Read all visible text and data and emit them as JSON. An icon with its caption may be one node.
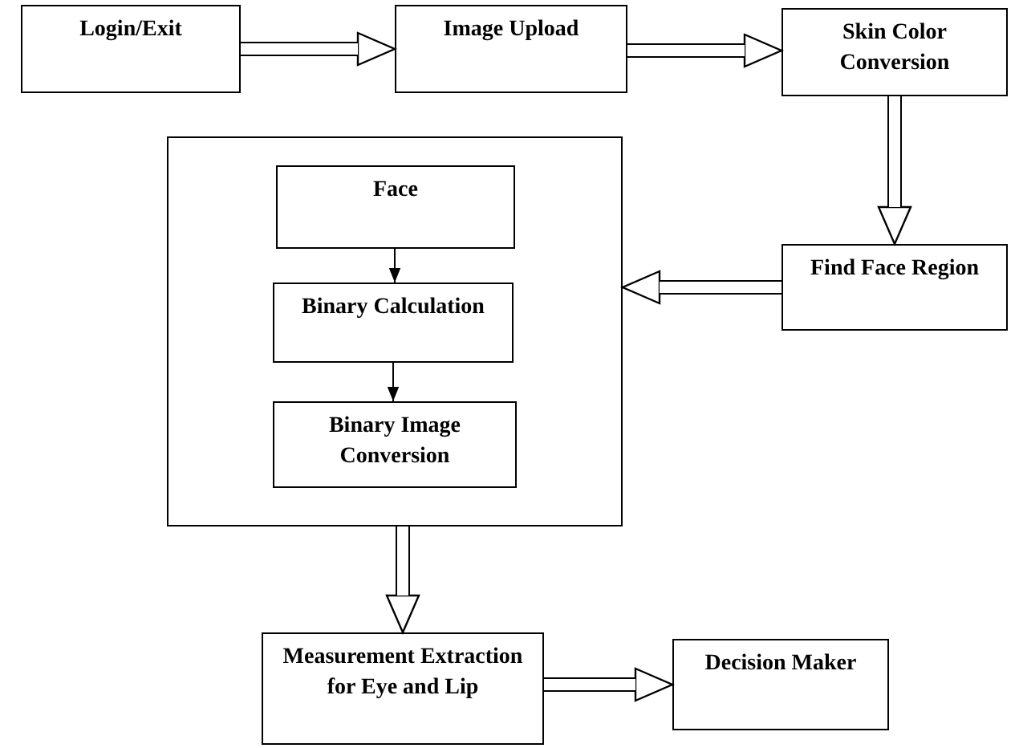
{
  "diagram": {
    "nodes": [
      {
        "text": [
          "Login/Exit"
        ]
      },
      {
        "text": [
          "Image Upload"
        ]
      },
      {
        "text": [
          "Skin Color Conversion"
        ]
      },
      {
        "text": [],
        "shape": "box"
      },
      {
        "text": [
          "Face"
        ],
        "in": 3
      },
      {
        "text": [
          "Binary Calculation"
        ],
        "in": 3
      },
      {
        "text": [
          "Binary Image Conversion"
        ],
        "in": 3
      },
      {
        "text": [
          "Find Face Region"
        ]
      },
      {
        "text": [
          "Measurement Extraction for Eye and Lip"
        ]
      },
      {
        "text": [
          "Decision Maker"
        ]
      }
    ],
    "edges": [
      {
        "from": 0,
        "to": 1,
        "arrow": "to"
      },
      {
        "from": 1,
        "to": 2,
        "arrow": "to"
      },
      {
        "from": 2,
        "to": 7,
        "arrow": "to"
      },
      {
        "from": 7,
        "to": 3,
        "arrow": "to"
      },
      {
        "from": 4,
        "to": 5,
        "arrow": "to"
      },
      {
        "from": 5,
        "to": 6,
        "arrow": "to"
      },
      {
        "from": 3,
        "to": 8,
        "arrow": "to"
      },
      {
        "from": 8,
        "to": 9,
        "arrow": "to"
      }
    ]
  }
}
